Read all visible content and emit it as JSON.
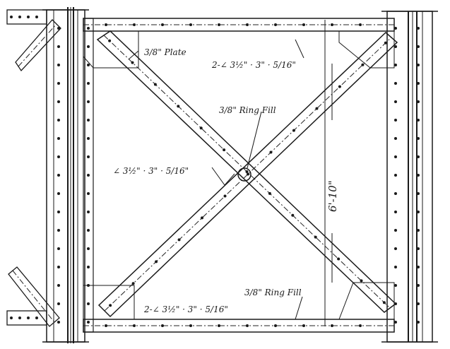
{
  "labels": {
    "plate": "3/8\" Plate",
    "top_chord": "2-∠ 3½\" · 3\" · 5/16\"",
    "ring_fill_center": "3/8\" Ring Fill",
    "diag_angle": "∠ 3½\" · 3\" · 5/16\"",
    "height_dim": "6'-10\"",
    "ring_fill_bottom": "3/8\" Ring Fill",
    "bottom_chord": "2-∠ 3½\" · 3\" · 5/16\""
  }
}
